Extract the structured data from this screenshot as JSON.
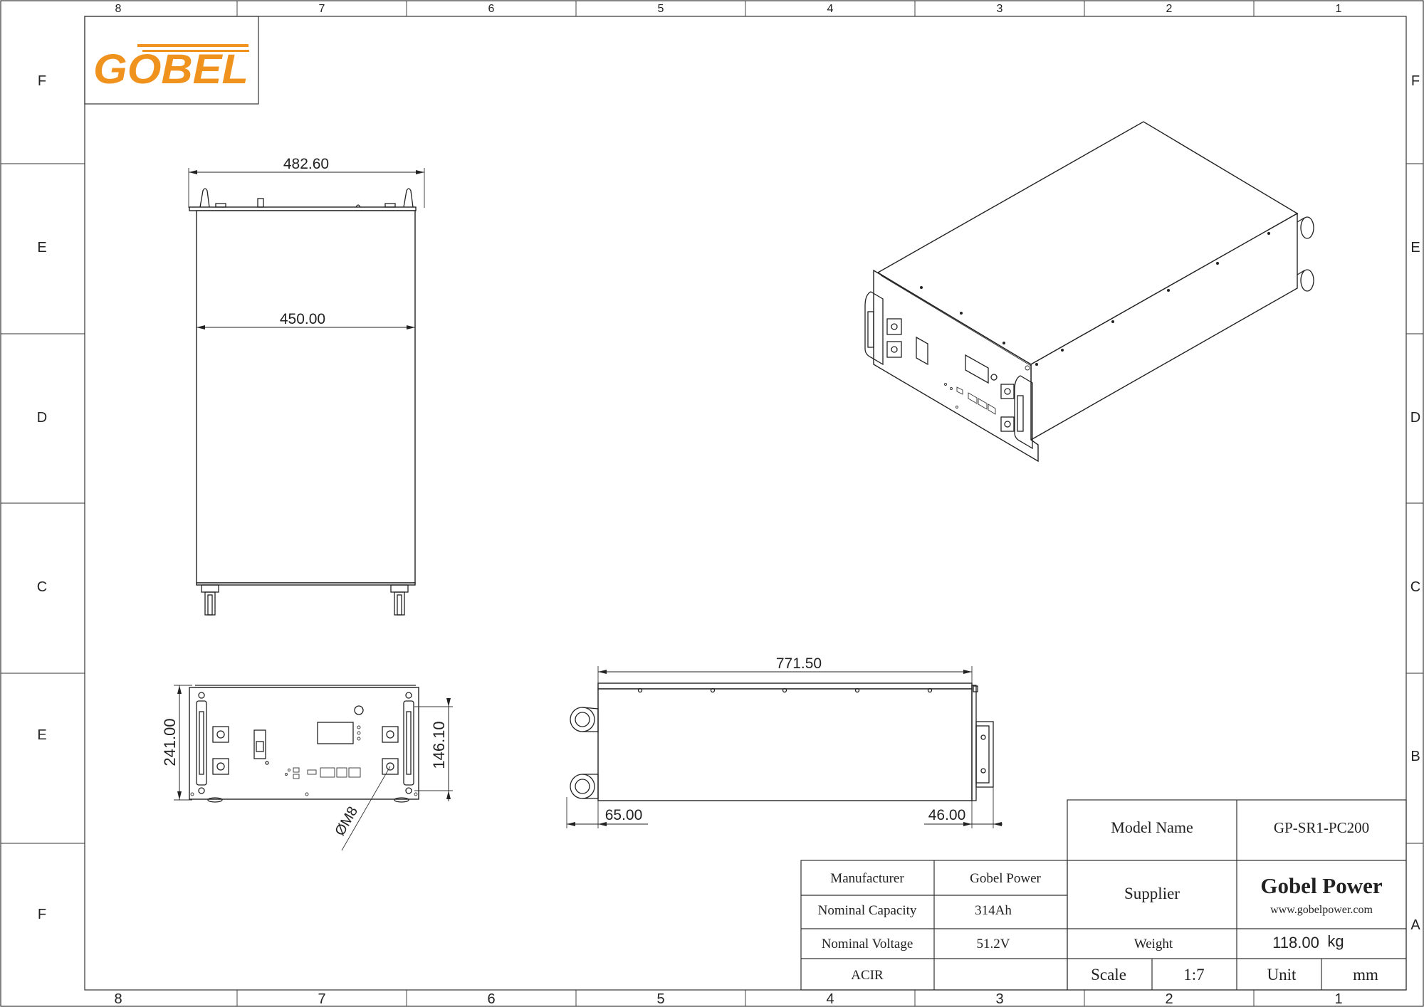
{
  "logo": {
    "text": "GOBEL",
    "color": "#F0921E"
  },
  "border": {
    "cols": [
      "8",
      "7",
      "6",
      "5",
      "4",
      "3",
      "2",
      "1"
    ],
    "rows_left": [
      "F",
      "E",
      "D",
      "C",
      "E",
      "F"
    ],
    "rows_right": [
      "F",
      "E",
      "D",
      "C",
      "B",
      "A"
    ]
  },
  "dimensions": {
    "top_outer_width": "482.60",
    "top_inner_width": "450.00",
    "front_height": "241.00",
    "front_inner_height": "146.10",
    "front_bolt": "ØM8",
    "side_length": "771.50",
    "side_left_offset": "65.00",
    "side_right_offset": "46.00"
  },
  "title_block": {
    "model_name_label": "Model Name",
    "model_name_value": "GP-SR1-PC200",
    "supplier_label": "Supplier",
    "supplier_name": "Gobel Power",
    "supplier_url": "www.gobelpower.com",
    "manufacturer_label": "Manufacturer",
    "manufacturer_value": "Gobel Power",
    "capacity_label": "Nominal Capacity",
    "capacity_value": "314Ah",
    "voltage_label": "Nominal Voltage",
    "voltage_value": "51.2V",
    "acir_label": "ACIR",
    "acir_value": "",
    "weight_label": "Weight",
    "weight_value": "118.00",
    "weight_unit": "kg",
    "scale_label": "Scale",
    "scale_value": "1:7",
    "unit_label": "Unit",
    "unit_value": "mm"
  }
}
